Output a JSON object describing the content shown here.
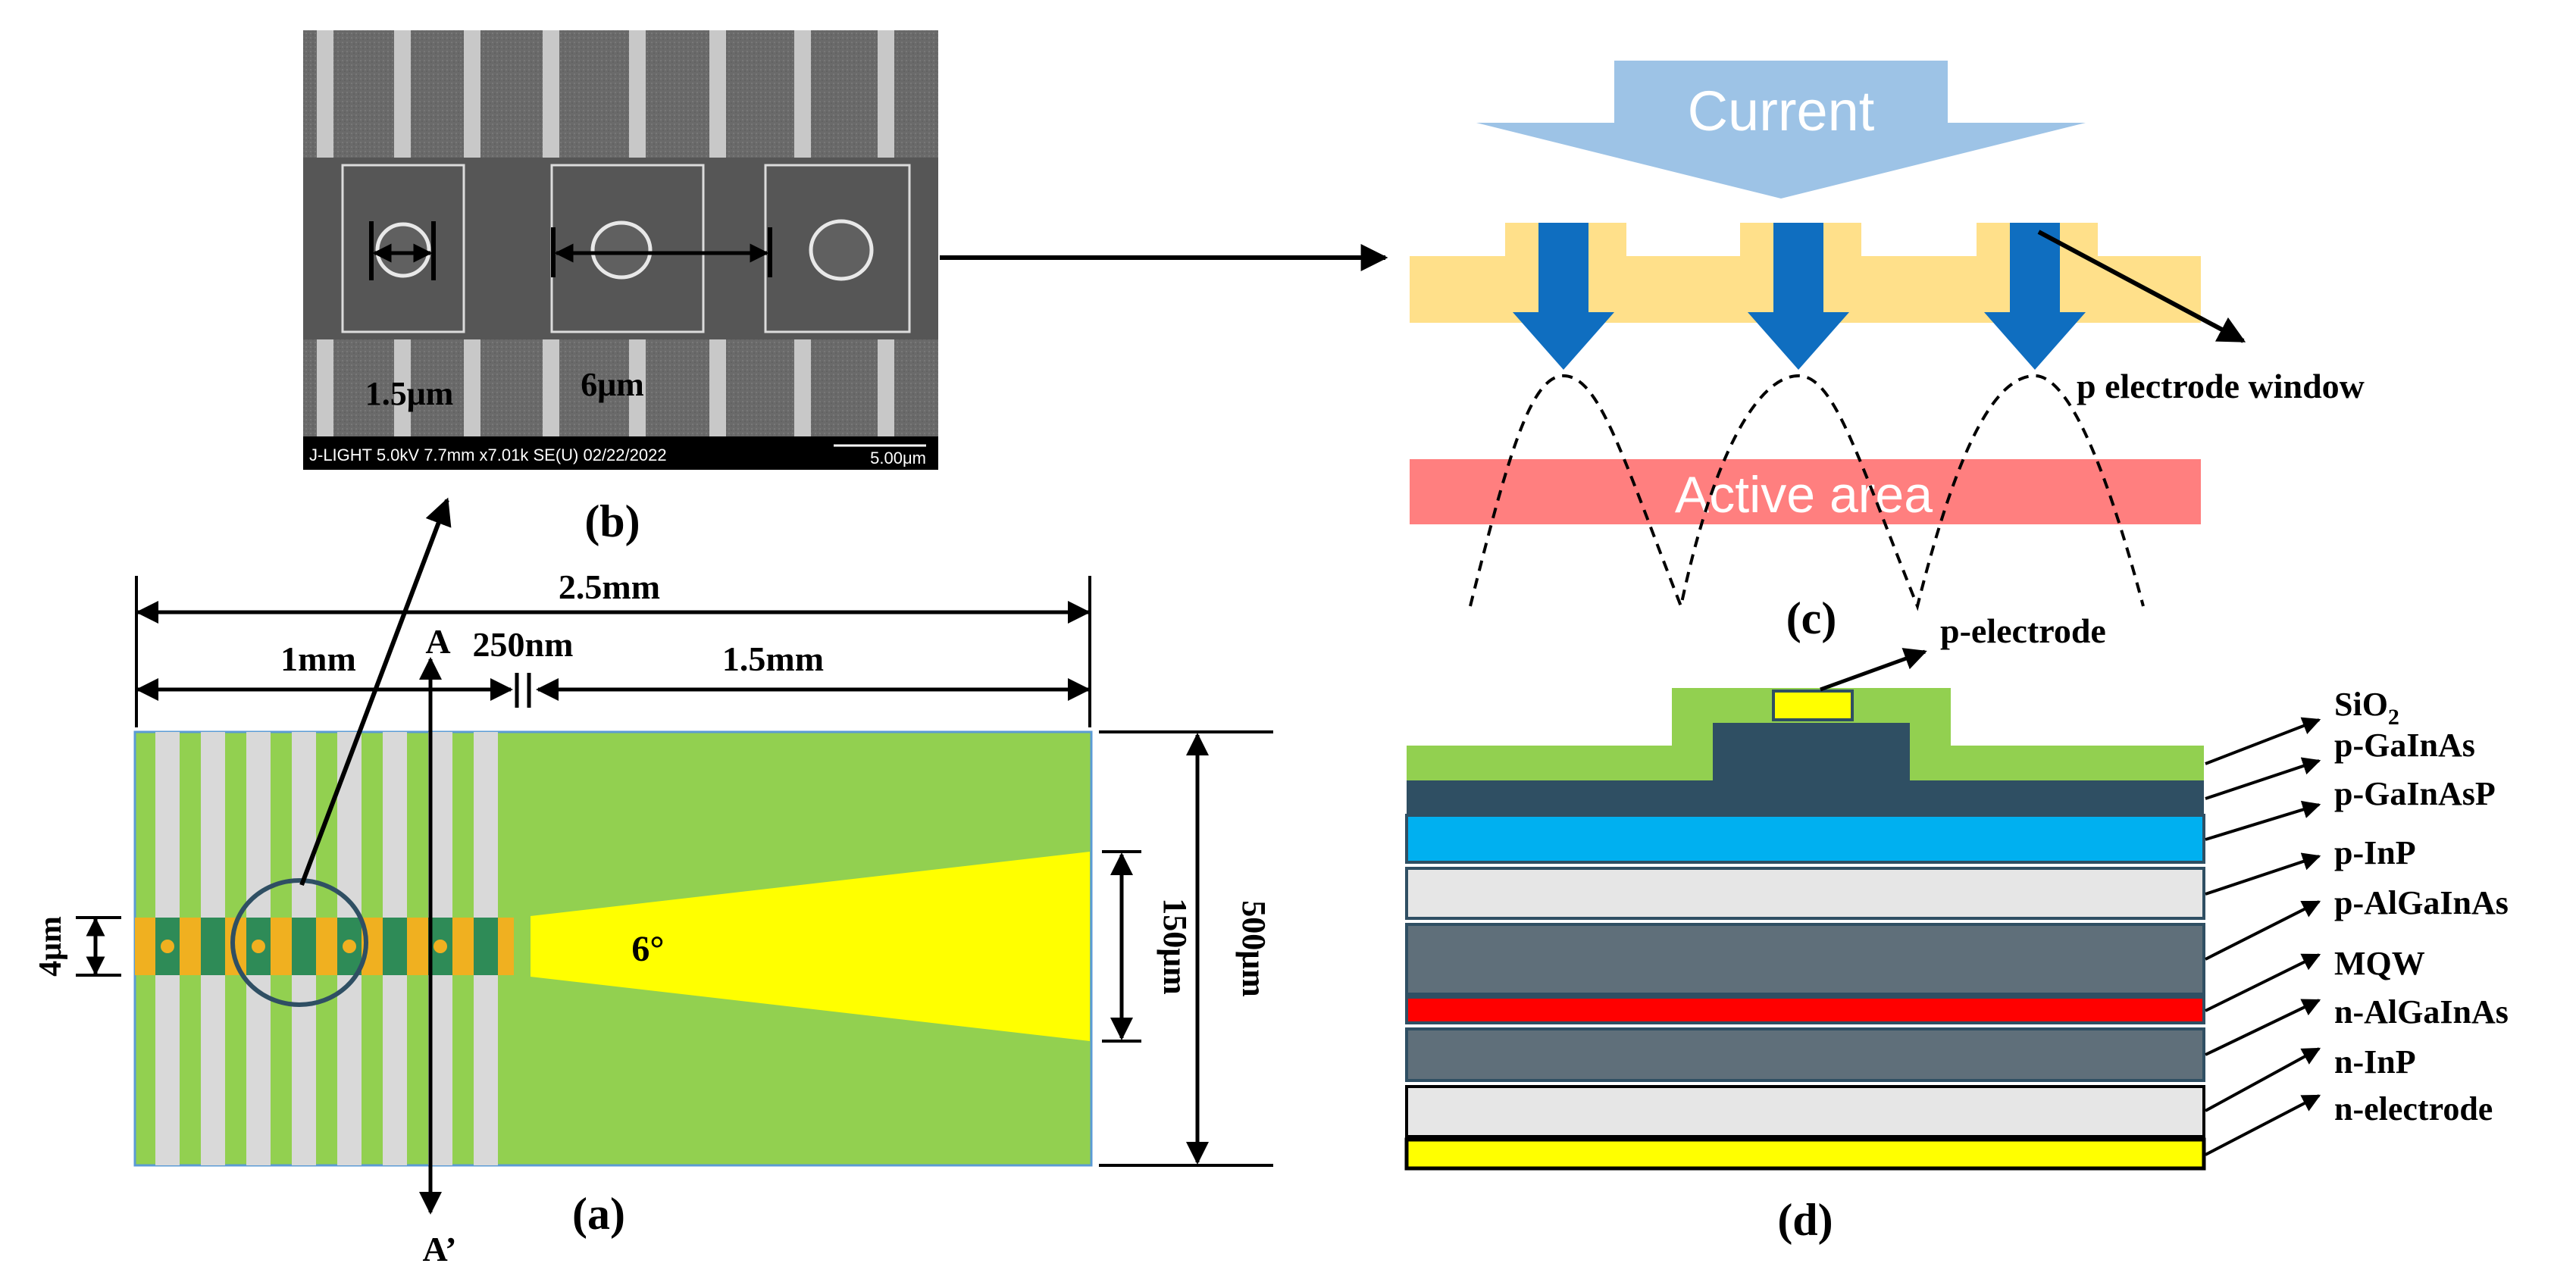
{
  "colors": {
    "chip_green": "#92D050",
    "electrode_gray": "#D9D9D9",
    "taper_yellow": "#FFFF00",
    "ridge_orange": "#F0B020",
    "ridge_green": "#2E8B57",
    "current_blue": "#9DC3E6",
    "arrow_blue": "#0F6EC0",
    "contact_tan": "#FFE08A",
    "active_red": "#FF7F7F",
    "sio2_green": "#92D050",
    "dark_slate": "#2F4F63",
    "inp_cyan": "#00B0F0",
    "light_gray": "#E6E6E6",
    "mqw_gray": "#5F6F7A",
    "red_layer": "#FF0000",
    "n_yellow": "#FFFF00"
  },
  "panel_a": {
    "label": "(a)",
    "dim_total": "2.5mm",
    "dim_section1": "1mm",
    "dim_gap": "250nm",
    "dim_section2": "1.5mm",
    "dim_ridge": "4μm",
    "dim_taper_output": "150μm",
    "dim_chip_width": "500μm",
    "angle": "6°",
    "section_start": "A",
    "section_end": "A’"
  },
  "panel_b": {
    "label": "(b)",
    "dim_hole": "1.5μm",
    "dim_period": "6μm",
    "sem_info": "J-LIGHT 5.0kV 7.7mm x7.01k SE(U) 02/22/2022",
    "scale_bar": "5.00μm"
  },
  "panel_c": {
    "label": "(c)",
    "current": "Current",
    "active_area": "Active area",
    "window": "p electrode window"
  },
  "panel_d": {
    "label": "(d)",
    "p_electrode": "p-electrode",
    "layers": [
      "SiO",
      "p-GaInAs",
      "p-GaInAsP",
      "p-InP",
      "p-AlGaInAs",
      "MQW",
      "n-AlGaInAs",
      "n-InP",
      "n-electrode"
    ],
    "sio2_subscript": "2"
  }
}
